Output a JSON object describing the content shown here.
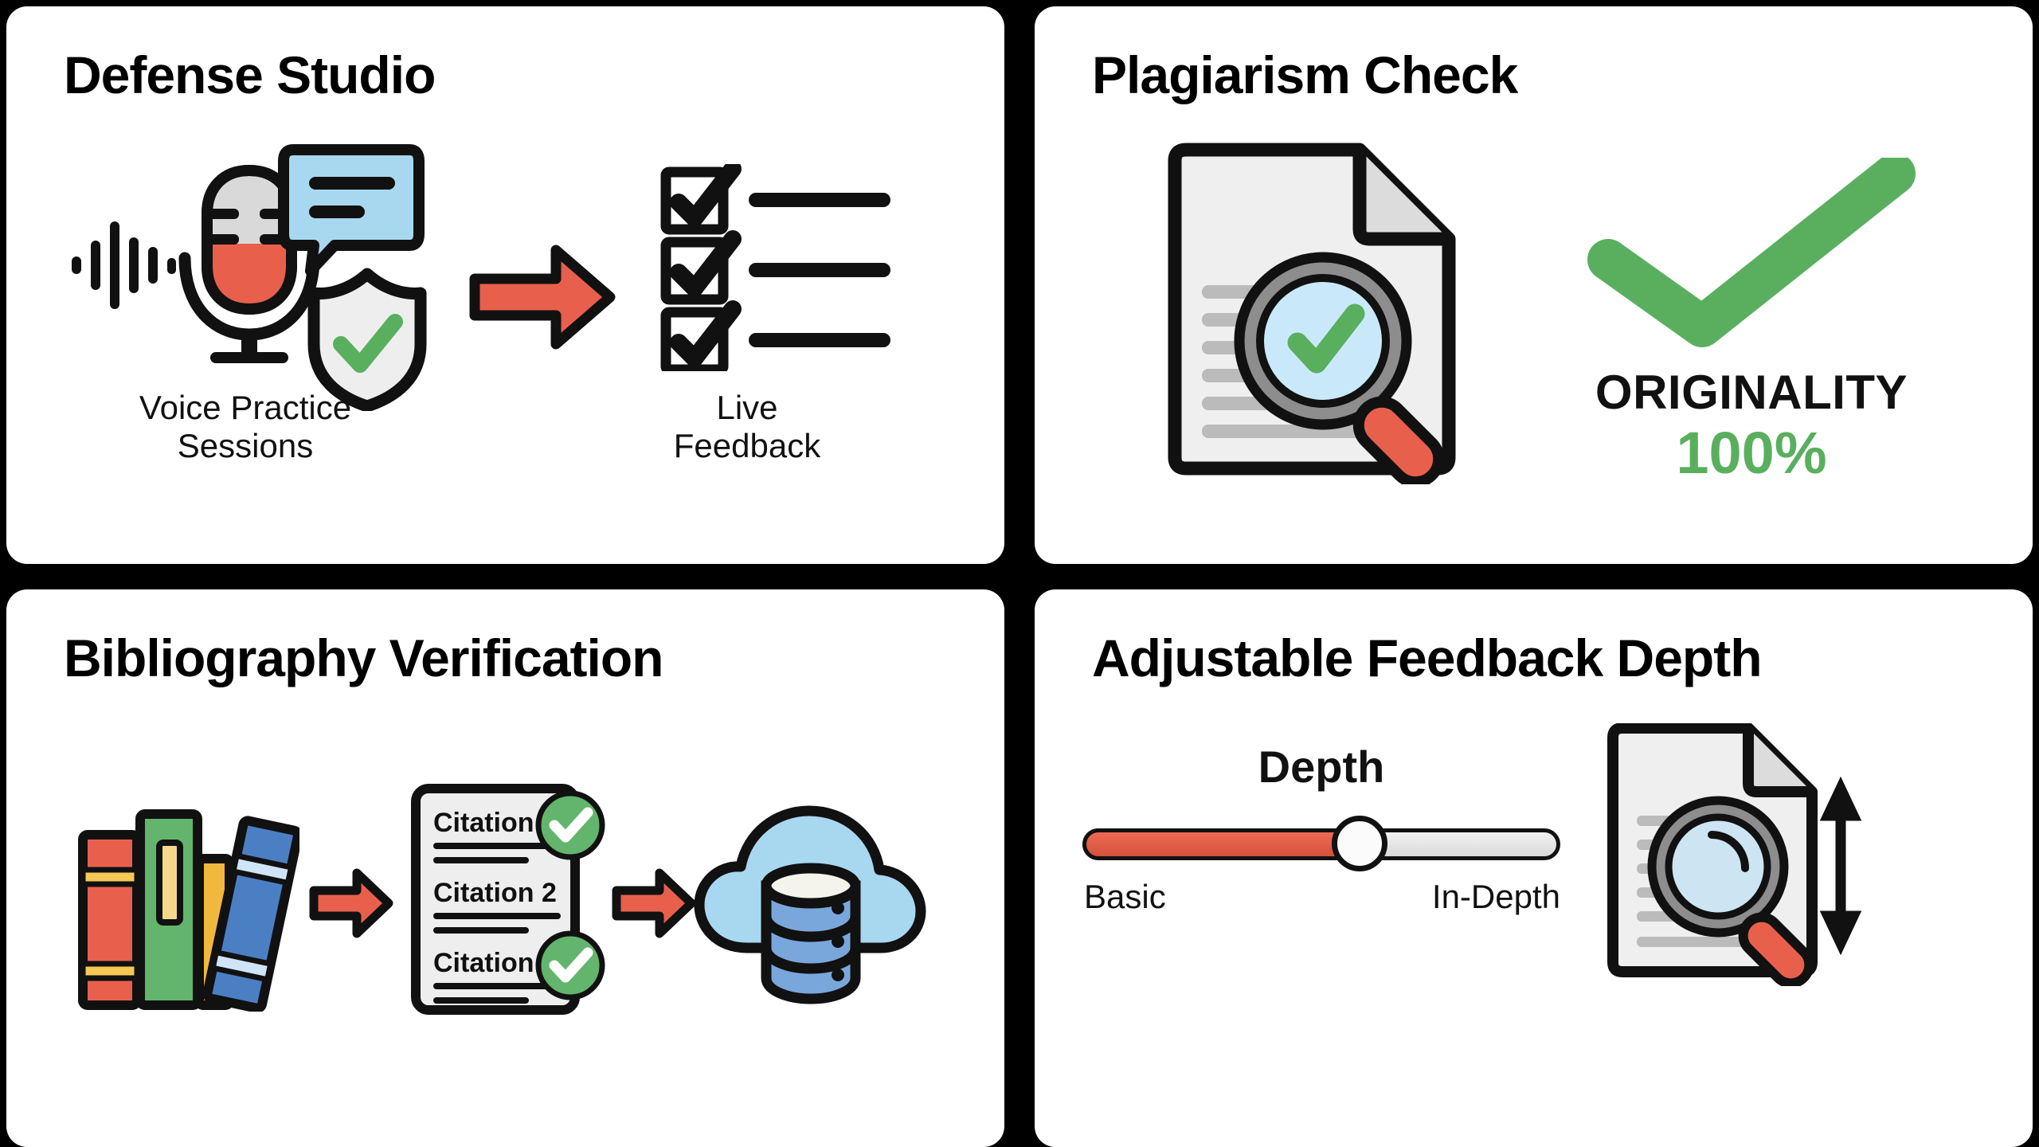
{
  "background_color": "#000000",
  "card_color": "#ffffff",
  "accent_colors": {
    "red": "#e8604c",
    "green": "#5aaf5f",
    "blue": "#a8d8f0",
    "grey": "#c9c9c9"
  },
  "cards": [
    {
      "id": "defense-studio",
      "title": "Defense Studio",
      "captions": {
        "left": "Voice Practice\nSessions",
        "left_line1": "Voice Practice",
        "left_line2": "Sessions",
        "right_line1": "Live",
        "right_line2": "Feedback"
      },
      "icons": [
        "waveform-icon",
        "microphone-icon",
        "speech-bubble-icon",
        "shield-check-icon",
        "right-arrow-icon",
        "checklist-icon"
      ],
      "checklist_items": 3
    },
    {
      "id": "plagiarism-check",
      "title": "Plagiarism Check",
      "originality_label": "ORIGINALITY",
      "originality_value": "100%",
      "icons": [
        "document-magnifier-icon",
        "green-check-icon"
      ]
    },
    {
      "id": "bibliography-verification",
      "title": "Bibliography Verification",
      "citations": [
        "Citation",
        "Citation 2",
        "Citation"
      ],
      "icons": [
        "books-icon",
        "right-arrow-icon",
        "citation-list-icon",
        "right-arrow-icon",
        "cloud-database-icon"
      ]
    },
    {
      "id": "adjustable-feedback-depth",
      "title": "Adjustable Feedback Depth",
      "slider": {
        "label": "Depth",
        "min_label": "Basic",
        "max_label": "In-Depth",
        "value_percent": 57
      },
      "icons": [
        "document-magnifier-icon",
        "vertical-double-arrow-icon"
      ]
    }
  ]
}
